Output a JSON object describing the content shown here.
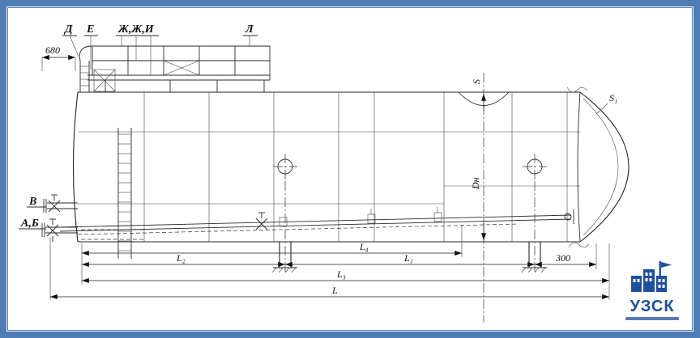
{
  "colors": {
    "frame_blue": "#4d7db2",
    "logo_blue": "#1d4f9e",
    "line_color": "#222222"
  },
  "callouts": {
    "d": "Д",
    "e": "Е",
    "zh": "Ж,Ж,И",
    "l": "Л",
    "v": "В",
    "ab": "А,Б"
  },
  "dims": {
    "top680": "680",
    "L4": "L₄",
    "L2": "L₂",
    "L1": "L₁",
    "n300": "300",
    "L3": "L₃",
    "L": "L",
    "Dn": "Dн",
    "S": "S",
    "S1": "S₁"
  },
  "logo": {
    "title": "УЗСК"
  }
}
